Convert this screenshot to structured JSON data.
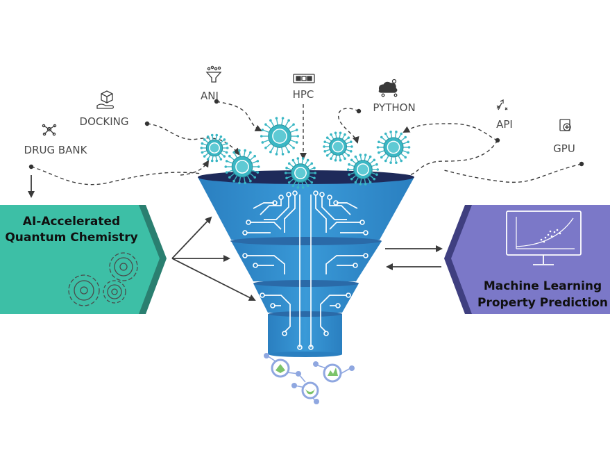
{
  "sources": [
    {
      "id": "drug-bank",
      "label": "DRUG BANK",
      "icon": "molecule-network-icon"
    },
    {
      "id": "docking",
      "label": "DOCKING",
      "icon": "hand-box-icon"
    },
    {
      "id": "ani",
      "label": "ANI",
      "icon": "funnel-icon"
    },
    {
      "id": "hpc",
      "label": "HPC",
      "icon": "server-rack-icon"
    },
    {
      "id": "python",
      "label": "PYTHON",
      "icon": "cloud-network-icon"
    },
    {
      "id": "api",
      "label": "API",
      "icon": "strategy-icon"
    },
    {
      "id": "gpu",
      "label": "GPU",
      "icon": "gpu-chip-icon"
    }
  ],
  "left_panel": {
    "line1": "AI-Accelerated",
    "line2": "Quantum Chemistry",
    "icon": "gears-icon",
    "color": "#3dbfa6"
  },
  "right_panel": {
    "line1": "Machine Learning",
    "line2": "Property Prediction",
    "icon": "monitor-chart-icon",
    "color": "#7b78c8"
  },
  "colors": {
    "funnel": "#2f8fd0",
    "funnel_rim": "#1e2a5a",
    "molecule": "#3ab7c4",
    "output_molecule": "#8fa7e0",
    "dash": "#3c3c3c"
  }
}
